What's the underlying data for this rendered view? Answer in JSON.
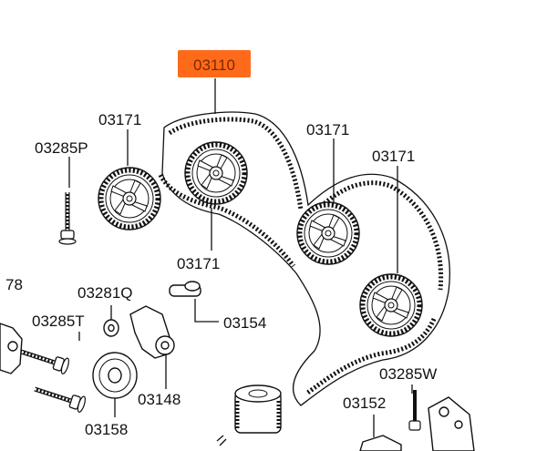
{
  "highlight": {
    "part_no": "03110",
    "color": "#ff6a1a"
  },
  "labels": {
    "l_03171_a": "03171",
    "l_03285p": "03285P",
    "l_03171_b": "03171",
    "l_03171_c": "03171",
    "l_03171_d": "03171",
    "l_78": "78",
    "l_03281q": "03281Q",
    "l_03285t": "03285T",
    "l_03154": "03154",
    "l_03148": "03148",
    "l_03158": "03158",
    "l_03285w": "03285W",
    "l_03152": "03152"
  }
}
